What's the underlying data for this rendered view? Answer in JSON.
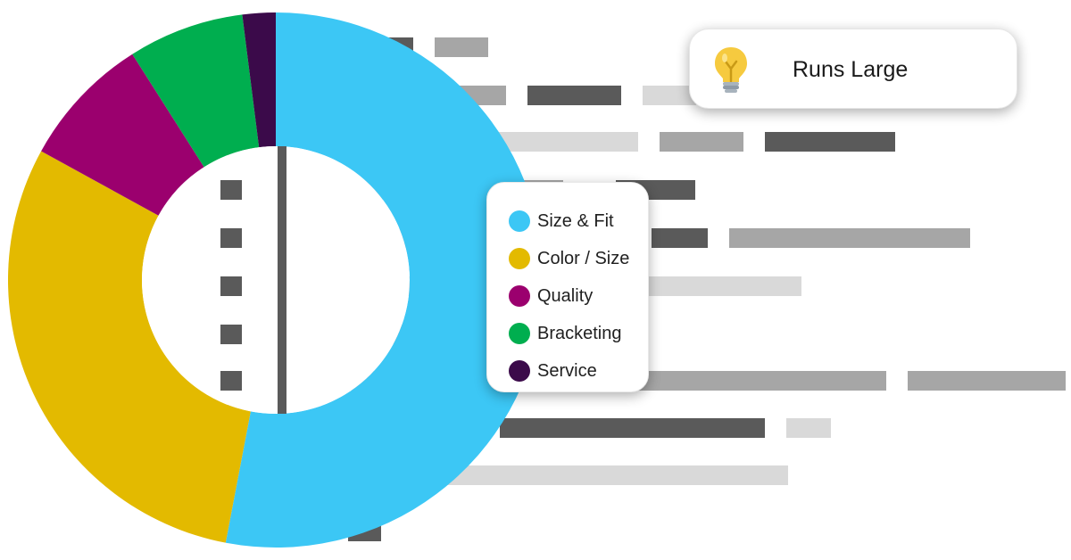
{
  "chart_data": {
    "type": "pie",
    "variant": "donut",
    "title": "",
    "legend_placement": "right",
    "categories": [
      "Size & Fit",
      "Color / Size",
      "Quality",
      "Bracketing",
      "Service"
    ],
    "values": [
      53,
      30,
      8,
      7,
      2
    ],
    "unit": "%",
    "colors": [
      "#3CC7F5",
      "#E3BA00",
      "#9B006E",
      "#00AE4F",
      "#3B0A4A"
    ]
  },
  "callout": {
    "text": "Runs Large",
    "icon": "lightbulb-icon"
  },
  "background": {
    "bar_colors": [
      "#5a5a5a",
      "#a6a6a6",
      "#d9d9d9"
    ]
  }
}
